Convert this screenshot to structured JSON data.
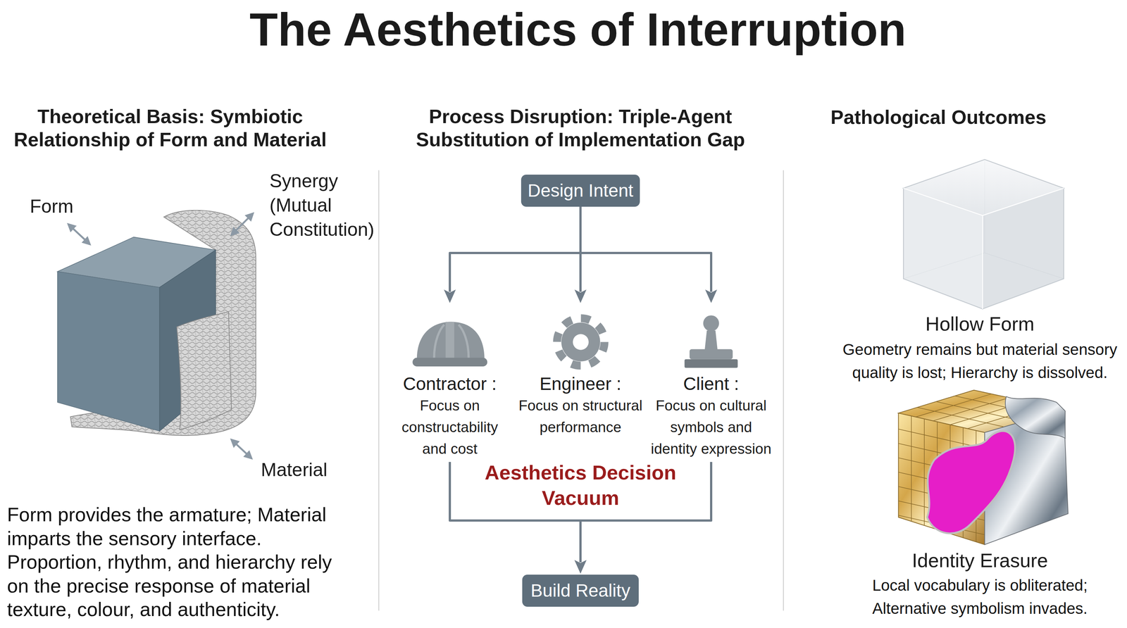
{
  "diagram": {
    "title": "The Aesthetics of Interruption",
    "nodes": [
      {
        "text": [
          "Design Intent"
        ]
      },
      {
        "text": [
          "Contractor :",
          "Focus on constructability and cost"
        ]
      },
      {
        "text": [
          "Engineer :",
          "Focus on structural performance"
        ]
      },
      {
        "text": [
          "Client :",
          "Focus on cultural symbols and identity expression"
        ]
      },
      {
        "text": [
          "Build Reality"
        ]
      }
    ],
    "edges": [
      {
        "from": 0,
        "to": 1,
        "arrow": "to"
      },
      {
        "from": 0,
        "to": 2,
        "arrow": "to"
      },
      {
        "from": 0,
        "to": 3,
        "arrow": "to"
      },
      {
        "from": 1,
        "to": 4,
        "arrow": "to"
      },
      {
        "from": 3,
        "to": 4,
        "arrow": "to"
      }
    ],
    "labels": [
      "Theoretical Basis: Symbiotic Relationship of Form and Material",
      "Form",
      "Synergy (Mutual Constitution)",
      "Material",
      "Form provides the armature; Material imparts the sensory interface. Proportion, rhythm, and hierarchy rely on the precise response of material texture, colour, and authenticity.",
      "Process Disruption: Triple-Agent Substitution of Implementation Gap",
      "Aesthetics Decision Vacuum",
      "Pathological Outcomes",
      "Hollow Form",
      "Geometry remains but material sensory quality is lost; Hierarchy is dissolved.",
      "Identity Erasure",
      "Local vocabulary is obliterated; Alternative symbolism invades."
    ]
  }
}
